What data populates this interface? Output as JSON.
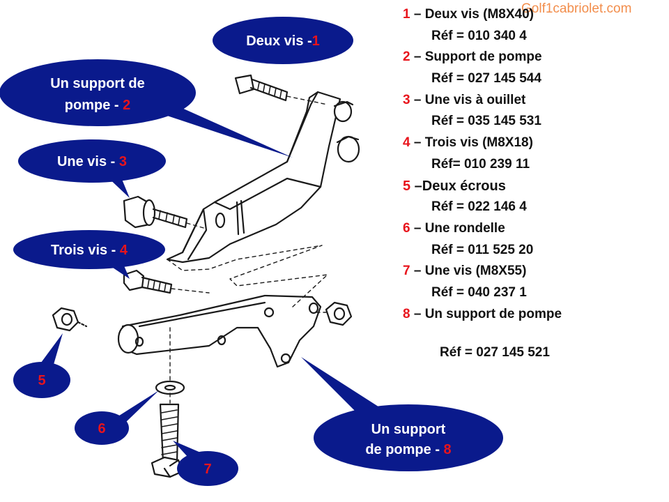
{
  "watermark": "Golf1cabriolet.com",
  "colors": {
    "callout_fill": "#0a1a8c",
    "number_red": "#e8141c",
    "watermark": "#f07a2c"
  },
  "callouts": {
    "c1": {
      "text": "Deux vis -",
      "num": "1"
    },
    "c2": {
      "line1": "Un support de",
      "line2": "pompe - ",
      "num": "2"
    },
    "c3": {
      "text": "Une vis - ",
      "num": "3"
    },
    "c4": {
      "text": "Trois vis - ",
      "num": "4"
    },
    "c5": {
      "num": "5"
    },
    "c6": {
      "num": "6"
    },
    "c7": {
      "num": "7"
    },
    "c8": {
      "line1": "Un support",
      "line2": "de pompe -  ",
      "num": "8"
    }
  },
  "parts": [
    {
      "num": "1",
      "desc": " – Deux vis (M8X40)",
      "ref": "Réf = 010 340 4"
    },
    {
      "num": "2",
      "desc": " – Support de pompe",
      "ref": "Réf = 027 145 544"
    },
    {
      "num": "3",
      "desc": " – Une vis à ouillet",
      "ref": "Réf =  035 145 531"
    },
    {
      "num": "4",
      "desc": " – Trois vis (M8X18)",
      "ref": "Réf= 010 239 11"
    },
    {
      "num": "5",
      "desc": " –Deux écrous",
      "ref": "Réf = 022 146 4"
    },
    {
      "num": "6",
      "desc": " – Une rondelle",
      "ref": "Réf = 011 525 20"
    },
    {
      "num": "7",
      "desc": " – Une vis (M8X55)",
      "ref": "Réf = 040 237 1"
    },
    {
      "num": "8",
      "desc": " – Un support de pompe",
      "ref": "Réf = 027 145 521"
    }
  ]
}
